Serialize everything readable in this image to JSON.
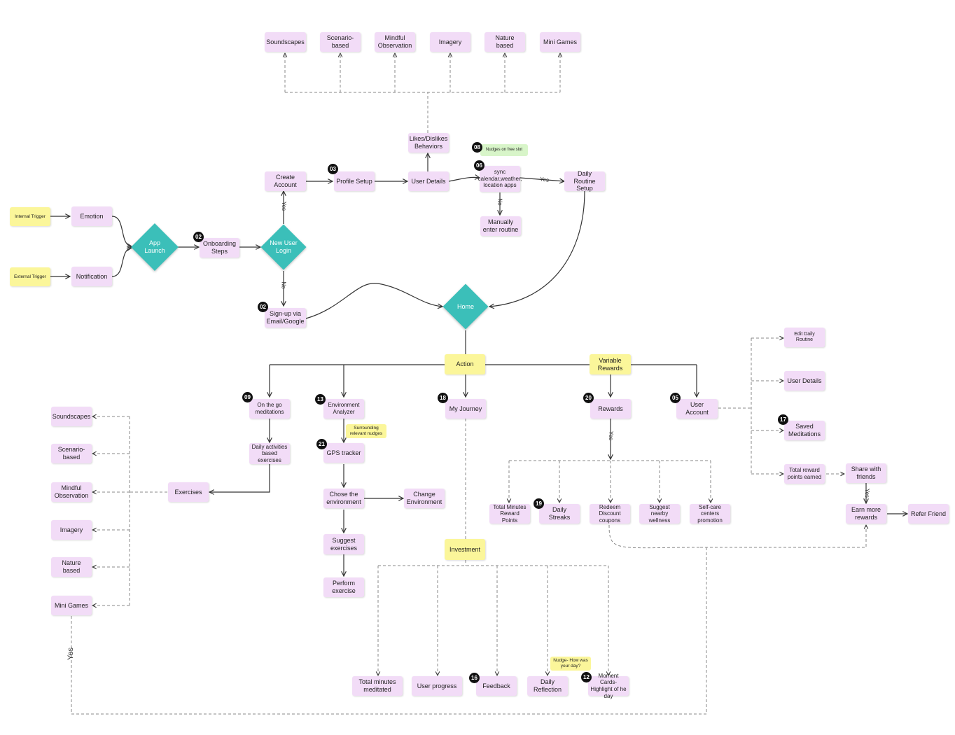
{
  "colors": {
    "node": "#f2dcf7",
    "highlight": "#fbf69a",
    "decision": "#3bbfb9",
    "note": "#d8f5c9",
    "badge": "#111111"
  },
  "triggers": {
    "internal": "Internal Trigger",
    "external": "External Trigger",
    "emotion": "Emotion",
    "notification": "Notification"
  },
  "main": {
    "app_launch": "App Launch",
    "onboarding": "Onboarding Steps",
    "new_user_login": "New User Login",
    "create_account": "Create Account",
    "signup": "Sign-up via Email/Google",
    "profile_setup": "Profile Setup",
    "user_details": "User Details",
    "likes": "Likes/Dislikes Behaviors",
    "sync": "sync calendar,weather, location apps",
    "manual_routine": "Manually enter routine",
    "daily_routine_setup": "Daily Routine Setup",
    "nudge_free_slot": "Nudges on free slot",
    "home": "Home"
  },
  "content_types": [
    "Soundscapes",
    "Scenario-based",
    "Mindful Observation",
    "Imagery",
    "Nature based",
    "Mini Games"
  ],
  "branches": {
    "action": "Action",
    "variable_rewards": "Variable Rewards",
    "investment": "Investment"
  },
  "action": {
    "on_the_go": "On the go meditations",
    "daily_activities": "Daily activities based exercises",
    "exercises": "Exercises",
    "environment_analyzer": "Environment Analyzer",
    "surrounding_nudges": "Surrounding relevant nudges",
    "gps_tracker": "GPS tracker",
    "chose_environment": "Chose the environment",
    "change_environment": "Change Environment",
    "suggest_exercises": "Suggest exercises",
    "perform_exercise": "Perform exercise",
    "my_journey": "My Journey"
  },
  "rewards": {
    "rewards": "Rewards",
    "total_minutes_reward": "Total Minutes Reward Points",
    "daily_streaks": "Daily Streaks",
    "redeem": "Redeem Discount coupons",
    "suggest_wellness": "Suggest nearby wellness",
    "selfcare": "Self-care centers promotion"
  },
  "account": {
    "user_account": "User Account",
    "edit_routine": "Edit Daily Routine",
    "user_details": "User Details",
    "saved_meditations": "Saved Meditations",
    "total_reward_points": "Total reward points earned",
    "share": "Share with friends",
    "earn_more": "Earn more rewards",
    "refer": "Refer Friend"
  },
  "investment": {
    "total_minutes": "Total minutes meditated",
    "user_progress": "User progress",
    "feedback": "Feedback",
    "daily_reflection": "Daily Reflection",
    "moment_cards": "Moment Cards- Highlight of he day",
    "nudge_reflection": "Nudge- How was your day?"
  },
  "badges": {
    "onboarding": "02",
    "signup": "02",
    "profile": "03",
    "sync": "06",
    "nudge": "08",
    "on_the_go": "09",
    "environment": "13",
    "gps": "21",
    "my_journey": "18",
    "rewards": "20",
    "user_account": "05",
    "saved": "17",
    "streaks": "19",
    "feedback": "16",
    "moment": "12"
  },
  "edge_labels": {
    "yes": "Yes",
    "no": "No"
  }
}
